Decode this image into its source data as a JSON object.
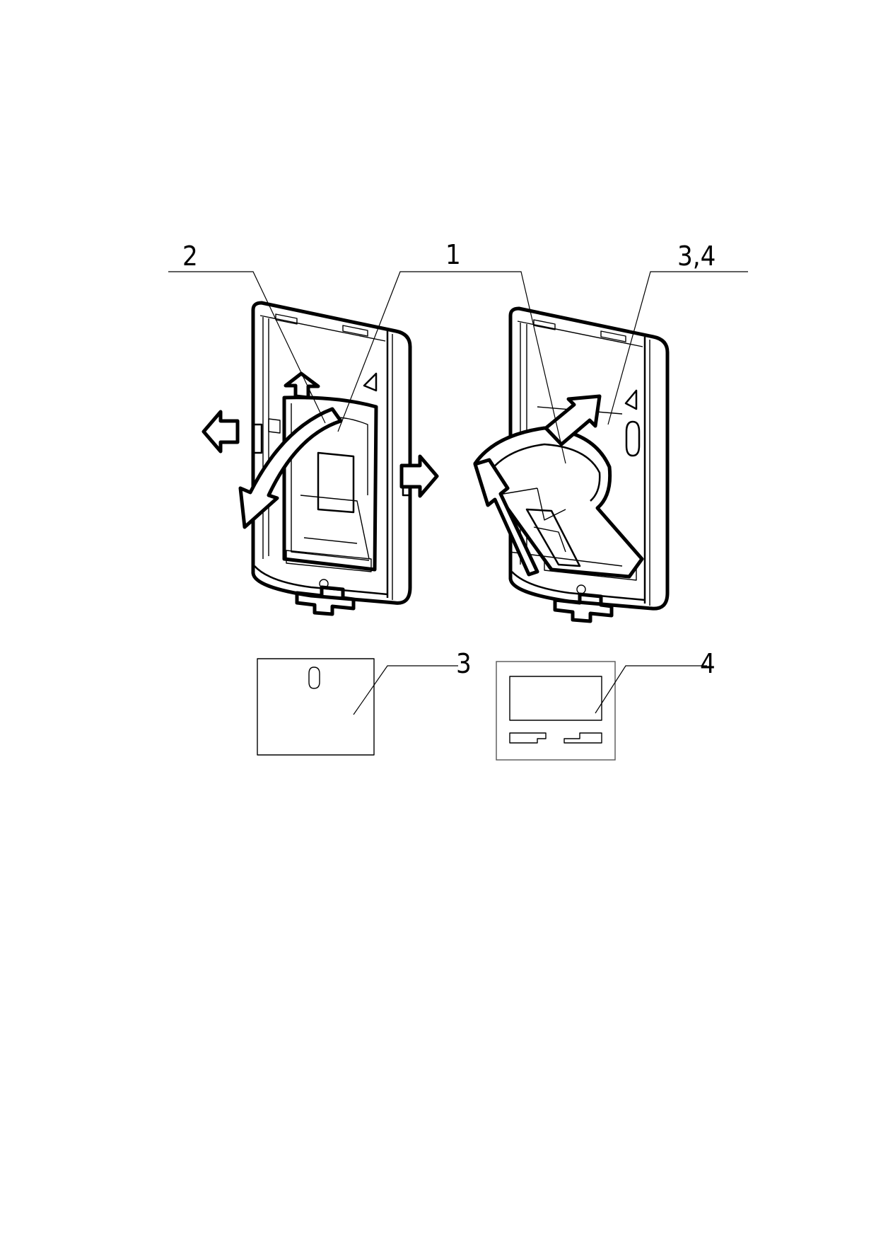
{
  "callouts": {
    "c1": "1",
    "c2": "2",
    "c34": "3,4",
    "c3": "3",
    "c4": "4"
  },
  "colors": {
    "ink": "#000000",
    "paper": "#ffffff",
    "panel_outline": "#555555"
  }
}
